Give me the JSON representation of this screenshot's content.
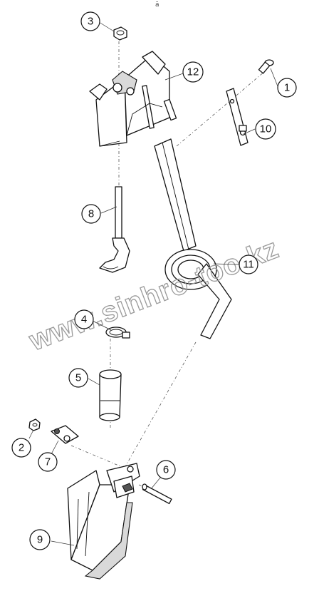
{
  "top_mark": "ä",
  "watermark": "www.sinhro-too.kz",
  "callouts": [
    {
      "id": "c1",
      "label": "1"
    },
    {
      "id": "c2",
      "label": "2"
    },
    {
      "id": "c3",
      "label": "3"
    },
    {
      "id": "c4",
      "label": "4"
    },
    {
      "id": "c5",
      "label": "5"
    },
    {
      "id": "c6",
      "label": "6"
    },
    {
      "id": "c7",
      "label": "7"
    },
    {
      "id": "c8",
      "label": "8"
    },
    {
      "id": "c9",
      "label": "9"
    },
    {
      "id": "c10",
      "label": "10"
    },
    {
      "id": "c11",
      "label": "11"
    },
    {
      "id": "c12",
      "label": "12"
    }
  ],
  "colors": {
    "line": "#111111",
    "watermark": "#9a9a9a",
    "background": "#ffffff"
  }
}
